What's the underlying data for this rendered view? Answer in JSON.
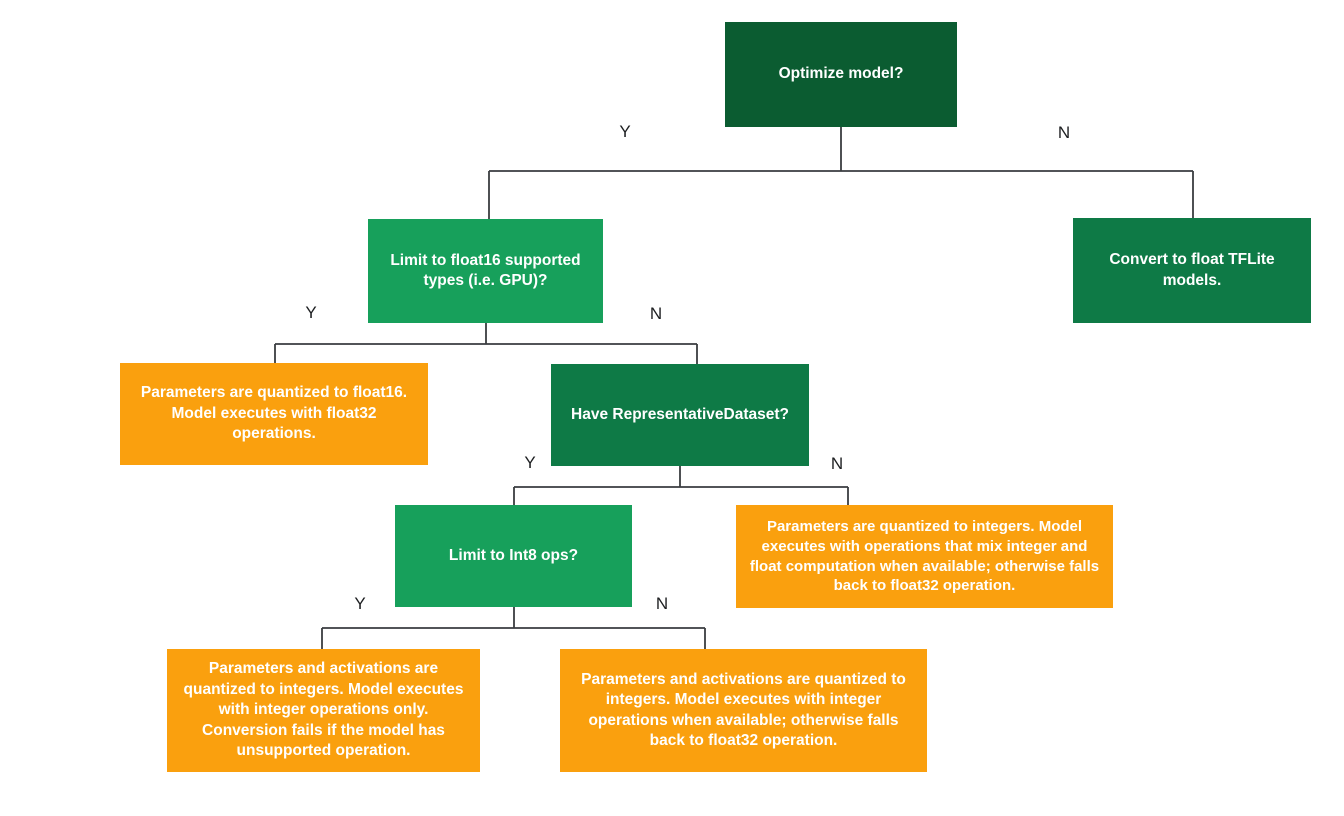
{
  "palette": {
    "dark_green": "#0b5c31",
    "mid_green": "#0e7a46",
    "bright_green": "#17a05b",
    "orange": "#faa00e",
    "box_text": "#ffffff",
    "edge_label_text": "#1d1f21",
    "line": "#3a3d40",
    "background": "#ffffff"
  },
  "nodes": {
    "optimize": {
      "label": "Optimize model?"
    },
    "limit_float16": {
      "label": "Limit to float16 supported types (i.e. GPU)?"
    },
    "convert_float": {
      "label": "Convert to float TFLite models."
    },
    "float16_result": {
      "label": "Parameters are quantized to float16. Model executes with float32 operations."
    },
    "have_repdataset": {
      "label": "Have RepresentativeDataset?"
    },
    "limit_int8": {
      "label": "Limit to Int8 ops?"
    },
    "dynamic_range_result": {
      "label": "Parameters are quantized to integers. Model executes with operations that mix integer and float computation when available; otherwise falls back to float32 operation."
    },
    "int8_only_result": {
      "label": "Parameters and activations are quantized to integers. Model executes with integer operations only. Conversion fails if the model has unsupported operation."
    },
    "int8_fallback_result": {
      "label": "Parameters and activations are quantized to integers. Model executes with integer operations when available; otherwise falls back to float32 operation."
    }
  },
  "edge_labels": {
    "optimize_yes": "Y",
    "optimize_no": "N",
    "float16_yes": "Y",
    "float16_no": "N",
    "repdataset_yes": "Y",
    "repdataset_no": "N",
    "int8_yes": "Y",
    "int8_no": "N"
  }
}
